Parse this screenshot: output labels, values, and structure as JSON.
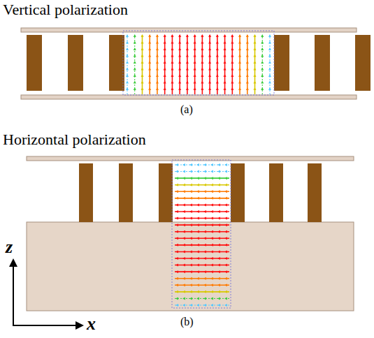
{
  "diagram": {
    "labels": [
      "Vertical polarization",
      "(a)",
      "Horizontal polarization",
      "(b)",
      "z",
      "x"
    ]
  }
}
